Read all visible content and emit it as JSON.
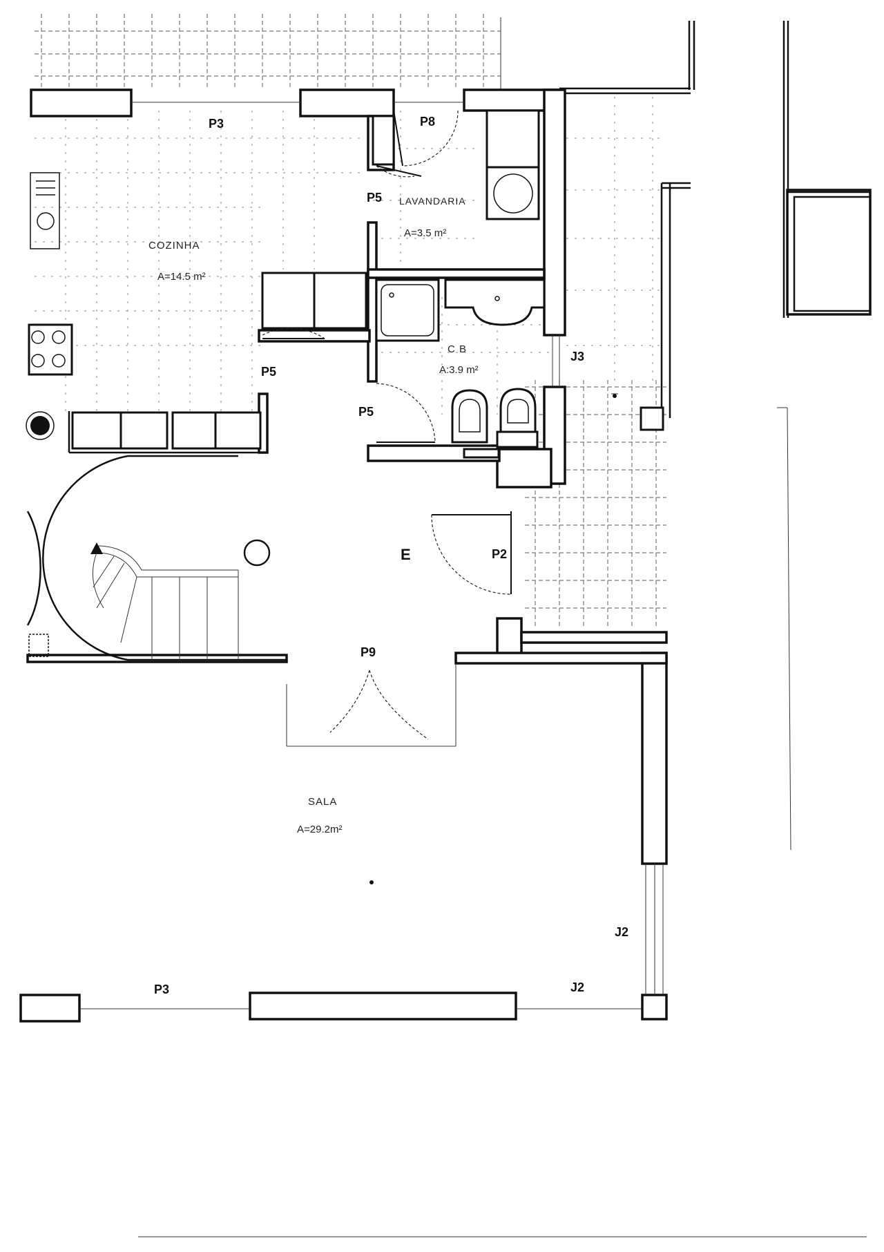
{
  "rooms": {
    "cozinha": {
      "name": "COZINHA",
      "area": "A=14.5 m²"
    },
    "lavandaria": {
      "name": "LAVANDARIA",
      "area": "A=3.5 m²"
    },
    "cb": {
      "name": "C B",
      "area": "A:3.9 m²"
    },
    "entrada": {
      "name": "E"
    },
    "sala": {
      "name": "SALA",
      "area": "A=29.2m²"
    }
  },
  "openings": {
    "p3_top": "P3",
    "p8": "P8",
    "p5_lav": "P5",
    "p5_coz": "P5",
    "p5_wc": "P5",
    "j3": "J3",
    "p2": "P2",
    "p9": "P9",
    "j2_side": "J2",
    "p3_bottom": "P3",
    "j2_bottom": "J2"
  }
}
